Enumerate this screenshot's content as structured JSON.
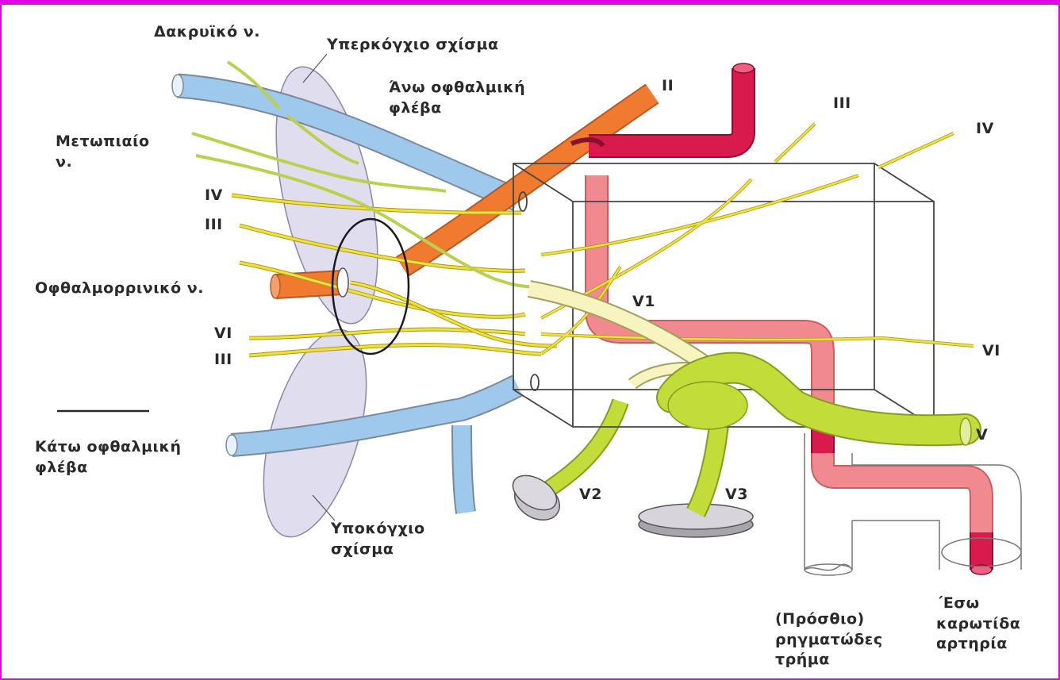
{
  "colors": {
    "border": "#e600e6",
    "vein": "#9ec8ec",
    "artery": "#d91a4c",
    "artery_in_sinus": "#f08a90",
    "ophthalmic_artery": "#f07a30",
    "nerve_yellow": "#f0e040",
    "nerve_green": "#bcd050",
    "trigeminal": "#c2dc3a",
    "septum": "#d6d2ea",
    "dura_disc": "#c8c4cc"
  },
  "labels": {
    "lacrimal_nerve": "Δακρυϊκό ν.",
    "superior_orbital_fissure": "Υπερκόγχιο σχίσμα",
    "superior_ophthalmic_vein": "Άνω οφθαλμική\nφλέβα",
    "frontal_nerve": "Μετωπιαίο\nν.",
    "left_iv": "IV",
    "left_iii_upper": "III",
    "nasociliary_nerve": "Οφθαλμορρινικό ν.",
    "left_vi": "VI",
    "left_iii_lower": "III",
    "inferior_ophthalmic_vein": "Κάτω οφθαλμική\nφλέβα",
    "inferior_orbital_fissure": "Υποκόγχιο\nσχίσμα",
    "top_ii": "II",
    "top_iii": "III",
    "top_iv": "IV",
    "v1": "V1",
    "right_vi": "VI",
    "right_v": "V",
    "v2": "V2",
    "v3": "V3",
    "foramen_lacerum": "(Πρόσθιο)\nρηγματώδες\nτρήμα",
    "internal_carotid": "΄Εσω\nκαρωτίδα\nαρτηρία"
  }
}
